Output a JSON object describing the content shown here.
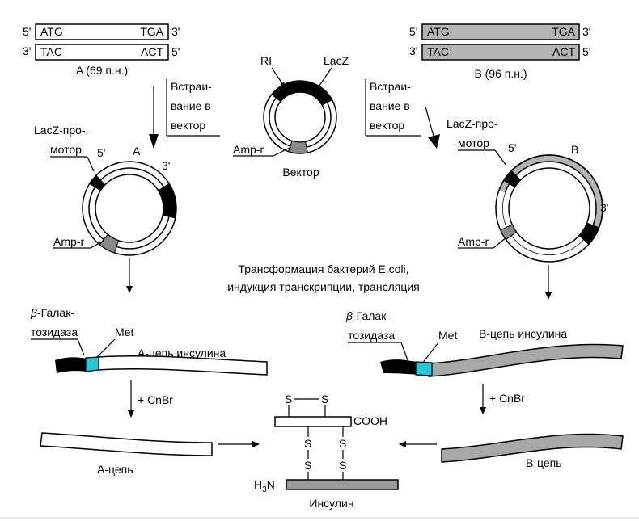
{
  "colors": {
    "ink": "#000000",
    "gene_b_fill": "#b4b4b4",
    "chain_b_fill": "#a8a8a8",
    "insulin_bottom_fill": "#9a9a9a",
    "met_fill": "#22c8d8",
    "amp_fill": "#888888",
    "background": "#ffffff",
    "footer_line": "#d0d0d0"
  },
  "gene_a": {
    "top_left": "5'",
    "top_seq_start": "ATG",
    "top_seq_end": "TGA",
    "top_right": "3'",
    "bottom_left": "3'",
    "bottom_seq_start": "TAC",
    "bottom_seq_end": "ACT",
    "bottom_right": "5'",
    "caption": "A (69 п.н.)"
  },
  "gene_b": {
    "top_left": "5'",
    "top_seq_start": "ATG",
    "top_seq_end": "TGA",
    "top_right": "3'",
    "bottom_left": "3'",
    "bottom_seq_start": "TAC",
    "bottom_seq_end": "ACT",
    "bottom_right": "5'",
    "caption": "B (96 п.н.)"
  },
  "vector": {
    "ri_label": "RI",
    "lacz_label": "LacZ",
    "amp_label": "Amp-r",
    "caption": "Вектор"
  },
  "insert_step": {
    "line1": "Встраи-",
    "line2": "вание в",
    "line3": "вектор"
  },
  "plasmid_a": {
    "promoter_line1": "LacZ-про-",
    "promoter_line2": "мотор",
    "five_prime": "5'",
    "gene_label": "A",
    "three_prime": "3'",
    "amp_label": "Amp-r"
  },
  "plasmid_b": {
    "promoter_line1": "LacZ-про-",
    "promoter_line2": "мотор",
    "five_prime": "5'",
    "gene_label": "B",
    "three_prime": "3'",
    "amp_label": "Amp-r"
  },
  "transformation": {
    "line1": "Трансформация бактерий E.coli,",
    "line2": "индукция транскрипции, трансляция"
  },
  "fusion_a": {
    "beta_symbol": "β",
    "gal_line1": "-Галак-",
    "gal_line2": "тозидаза",
    "met_label": "Met",
    "chain_label": "A-цепь инсулина"
  },
  "fusion_b": {
    "beta_symbol": "β",
    "gal_line1": "-Галак-",
    "gal_line2": "тозидаза",
    "met_label": "Met",
    "chain_label": "B-цепь инсулина"
  },
  "cleavage": {
    "plus_reagent": "+ CnBr"
  },
  "chain_a": {
    "label": "A-цепь"
  },
  "chain_b": {
    "label": "B-цепь"
  },
  "insulin": {
    "s_label": "S",
    "cooh_label": "COOH",
    "nh3_h": "H",
    "nh3_sub": "3",
    "nh3_n": "N",
    "caption": "Инсулин"
  }
}
